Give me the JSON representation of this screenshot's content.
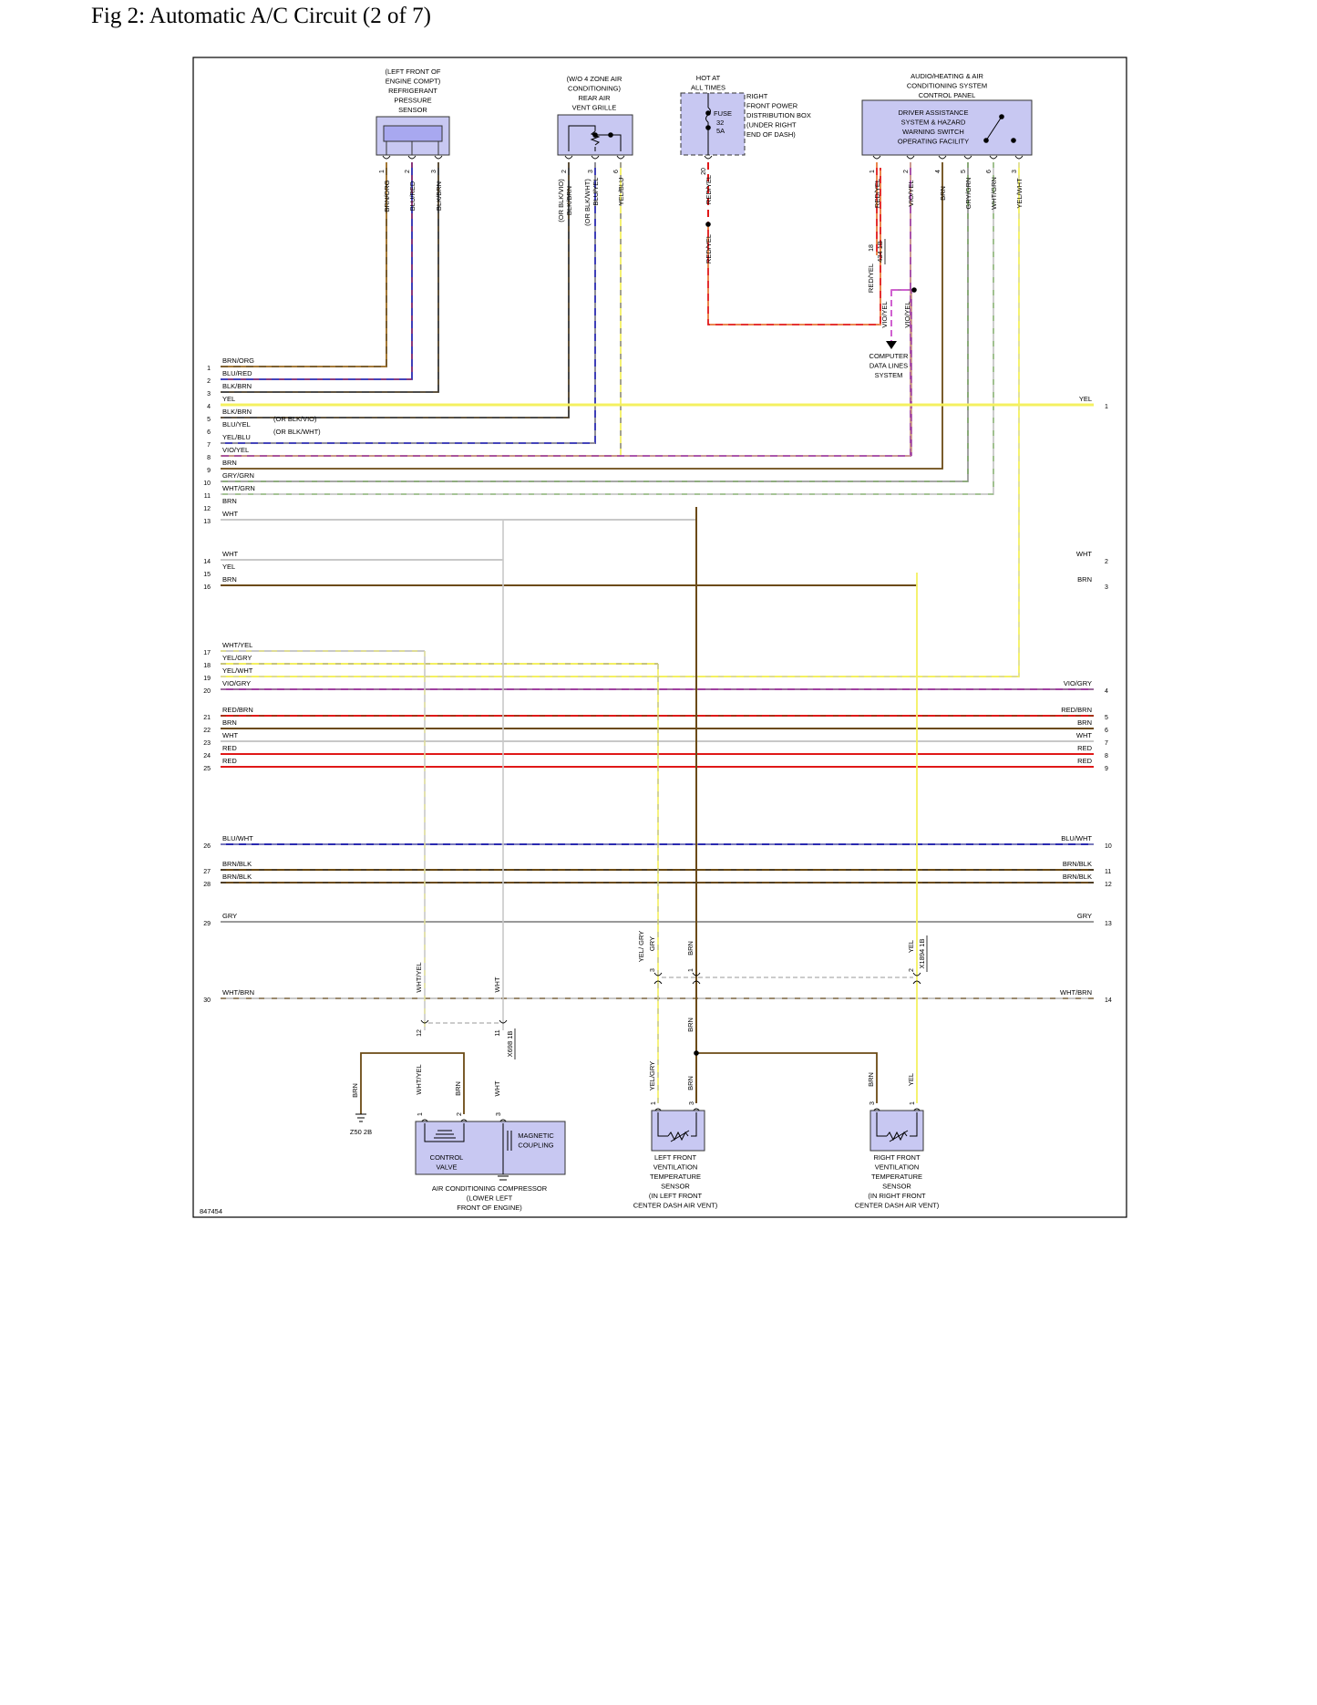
{
  "title": "Fig 2: Automatic A/C Circuit (2 of 7)",
  "figure_id": "847454",
  "colors": {
    "BRN": "#6b4a14",
    "ORG": "#d4902a",
    "RED": "#e01818",
    "BLU": "#2a2ab0",
    "BLK": "#333333",
    "YEL": "#f4f060",
    "VIO": "#a040a0",
    "WHT": "#c8c8c8",
    "GRY": "#999999",
    "GRN": "#5aaa32",
    "PNK": "#d060d0",
    "COMP": "#c8c8f2"
  },
  "left_bus": [
    {
      "n": "1",
      "label": "BRN/ORG"
    },
    {
      "n": "2",
      "label": "BLU/RED"
    },
    {
      "n": "3",
      "label": "BLK/BRN"
    },
    {
      "n": "4",
      "label": "YEL"
    },
    {
      "n": "5",
      "label": "BLK/BRN",
      "alt": "(OR BLK/VIO)"
    },
    {
      "n": "6",
      "label": "BLU/YEL",
      "alt": "(OR BLK/WHT)"
    },
    {
      "n": "7",
      "label": "YEL/BLU"
    },
    {
      "n": "8",
      "label": "VIO/YEL"
    },
    {
      "n": "9",
      "label": "BRN"
    },
    {
      "n": "10",
      "label": "GRY/GRN"
    },
    {
      "n": "11",
      "label": "WHT/GRN"
    },
    {
      "n": "12",
      "label": "BRN"
    },
    {
      "n": "13",
      "label": "WHT"
    },
    {
      "n": "14",
      "label": "WHT"
    },
    {
      "n": "15",
      "label": "YEL"
    },
    {
      "n": "16",
      "label": "BRN"
    },
    {
      "n": "17",
      "label": "WHT/YEL"
    },
    {
      "n": "18",
      "label": "YEL/GRY"
    },
    {
      "n": "19",
      "label": "YEL/WHT"
    },
    {
      "n": "20",
      "label": "VIO/GRY"
    },
    {
      "n": "21",
      "label": "RED/BRN"
    },
    {
      "n": "22",
      "label": "BRN"
    },
    {
      "n": "23",
      "label": "WHT"
    },
    {
      "n": "24",
      "label": "RED"
    },
    {
      "n": "25",
      "label": "RED"
    },
    {
      "n": "26",
      "label": "BLU/WHT"
    },
    {
      "n": "27",
      "label": "BRN/BLK"
    },
    {
      "n": "28",
      "label": "BRN/BLK"
    },
    {
      "n": "29",
      "label": "GRY"
    },
    {
      "n": "30",
      "label": "WHT/BRN"
    }
  ],
  "right_bus": [
    {
      "n": "1",
      "label": "YEL"
    },
    {
      "n": "2",
      "label": "WHT"
    },
    {
      "n": "3",
      "label": "BRN"
    },
    {
      "n": "4",
      "label": "VIO/GRY"
    },
    {
      "n": "5",
      "label": "RED/BRN"
    },
    {
      "n": "6",
      "label": "BRN"
    },
    {
      "n": "7",
      "label": "WHT"
    },
    {
      "n": "8",
      "label": "RED"
    },
    {
      "n": "9",
      "label": "RED"
    },
    {
      "n": "10",
      "label": "BLU/WHT"
    },
    {
      "n": "11",
      "label": "BRN/BLK"
    },
    {
      "n": "12",
      "label": "BRN/BLK"
    },
    {
      "n": "13",
      "label": "GRY"
    },
    {
      "n": "14",
      "label": "WHT/BRN"
    }
  ],
  "components": {
    "pressure_sensor": {
      "lines": [
        "(LEFT FRONT OF",
        "ENGINE COMPT)",
        "REFRIGERANT",
        "PRESSURE",
        "SENSOR"
      ],
      "pins": [
        "1",
        "2",
        "3"
      ],
      "wires": [
        "BRN/ORG",
        "BLU/RED",
        "BLK/BRN"
      ]
    },
    "rear_vent": {
      "lines": [
        "(W/O 4 ZONE AIR",
        "CONDITIONING)",
        "REAR AIR",
        "VENT GRILLE"
      ],
      "pins": [
        "2",
        "3",
        "6"
      ],
      "wire_main": [
        "BLK/BRN",
        "BLU/YEL",
        "YEL/BLU"
      ],
      "wire_alt": [
        "(OR BLK/VIO)",
        "(OR BLK/WHT)"
      ]
    },
    "fuse": {
      "hot_lines": [
        "HOT AT",
        "ALL TIMES"
      ],
      "label": "FUSE",
      "number": "32",
      "rating": "5A",
      "location": [
        "RIGHT",
        "FRONT POWER",
        "DISTRIBUTION BOX",
        "(UNDER RIGHT",
        "END OF DASH)"
      ],
      "pin": "20",
      "wire": "RED/YEL"
    },
    "control_panel": {
      "lines": [
        "AUDIO/HEATING & AIR",
        "CONDITIONING SYSTEM",
        "CONTROL PANEL"
      ],
      "inner": [
        "DRIVER ASSISTANCE",
        "SYSTEM & HAZARD",
        "WARNING SWITCH",
        "OPERATING FACILITY"
      ],
      "pins": [
        "1",
        "2",
        "4",
        "5",
        "6",
        "3"
      ],
      "wires": [
        "RED/YEL",
        "VIO/YEL",
        "BRN",
        "GRY/GRN",
        "WHT/GRN",
        "YEL/WHT"
      ]
    },
    "connector_434": {
      "pin": "18",
      "id": "434 1B",
      "wire_a": "RED/YEL",
      "wire_b": "VIO/YEL",
      "wire_c": "VIO/YEL"
    },
    "computer_data": [
      "COMPUTER",
      "DATA LINES",
      "SYSTEM"
    ],
    "compressor": {
      "control_valve": [
        "CONTROL",
        "VALVE"
      ],
      "magnetic": [
        "MAGNETIC",
        "COUPLING"
      ],
      "caption": [
        "AIR CONDITIONING COMPRESSOR",
        "(LOWER LEFT",
        "FRONT OF ENGINE)"
      ],
      "pins": [
        "1",
        "2",
        "3"
      ],
      "wires": [
        "WHT/YEL",
        "BRN",
        "WHT"
      ],
      "ground_wire": "BRN",
      "ground": "Z50 2B",
      "conn_id": "X698 1B",
      "conn_pins": [
        "12",
        "11"
      ],
      "top_wires": [
        "WHT/YEL",
        "WHT"
      ]
    },
    "left_sensor": {
      "caption": [
        "LEFT FRONT",
        "VENTILATION",
        "TEMPERATURE",
        "SENSOR",
        "(IN LEFT FRONT",
        "CENTER DASH AIR VENT)"
      ],
      "pins": [
        "1",
        "3"
      ],
      "wires": [
        "YEL/GRY",
        "BRN"
      ],
      "top_wires": [
        "YEL/ GRY",
        "BRN"
      ],
      "conn_pins": [
        "3",
        "1"
      ],
      "mid_wire": "BRN"
    },
    "right_sensor": {
      "caption": [
        "RIGHT FRONT",
        "VENTILATION",
        "TEMPERATURE",
        "SENSOR",
        "(IN RIGHT FRONT",
        "CENTER DASH AIR VENT)"
      ],
      "pins": [
        "3",
        "1"
      ],
      "wires": [
        "BRN",
        "YEL"
      ],
      "top_wire": "YEL",
      "conn_pin": "2",
      "conn_id": "X1894 1B"
    }
  }
}
